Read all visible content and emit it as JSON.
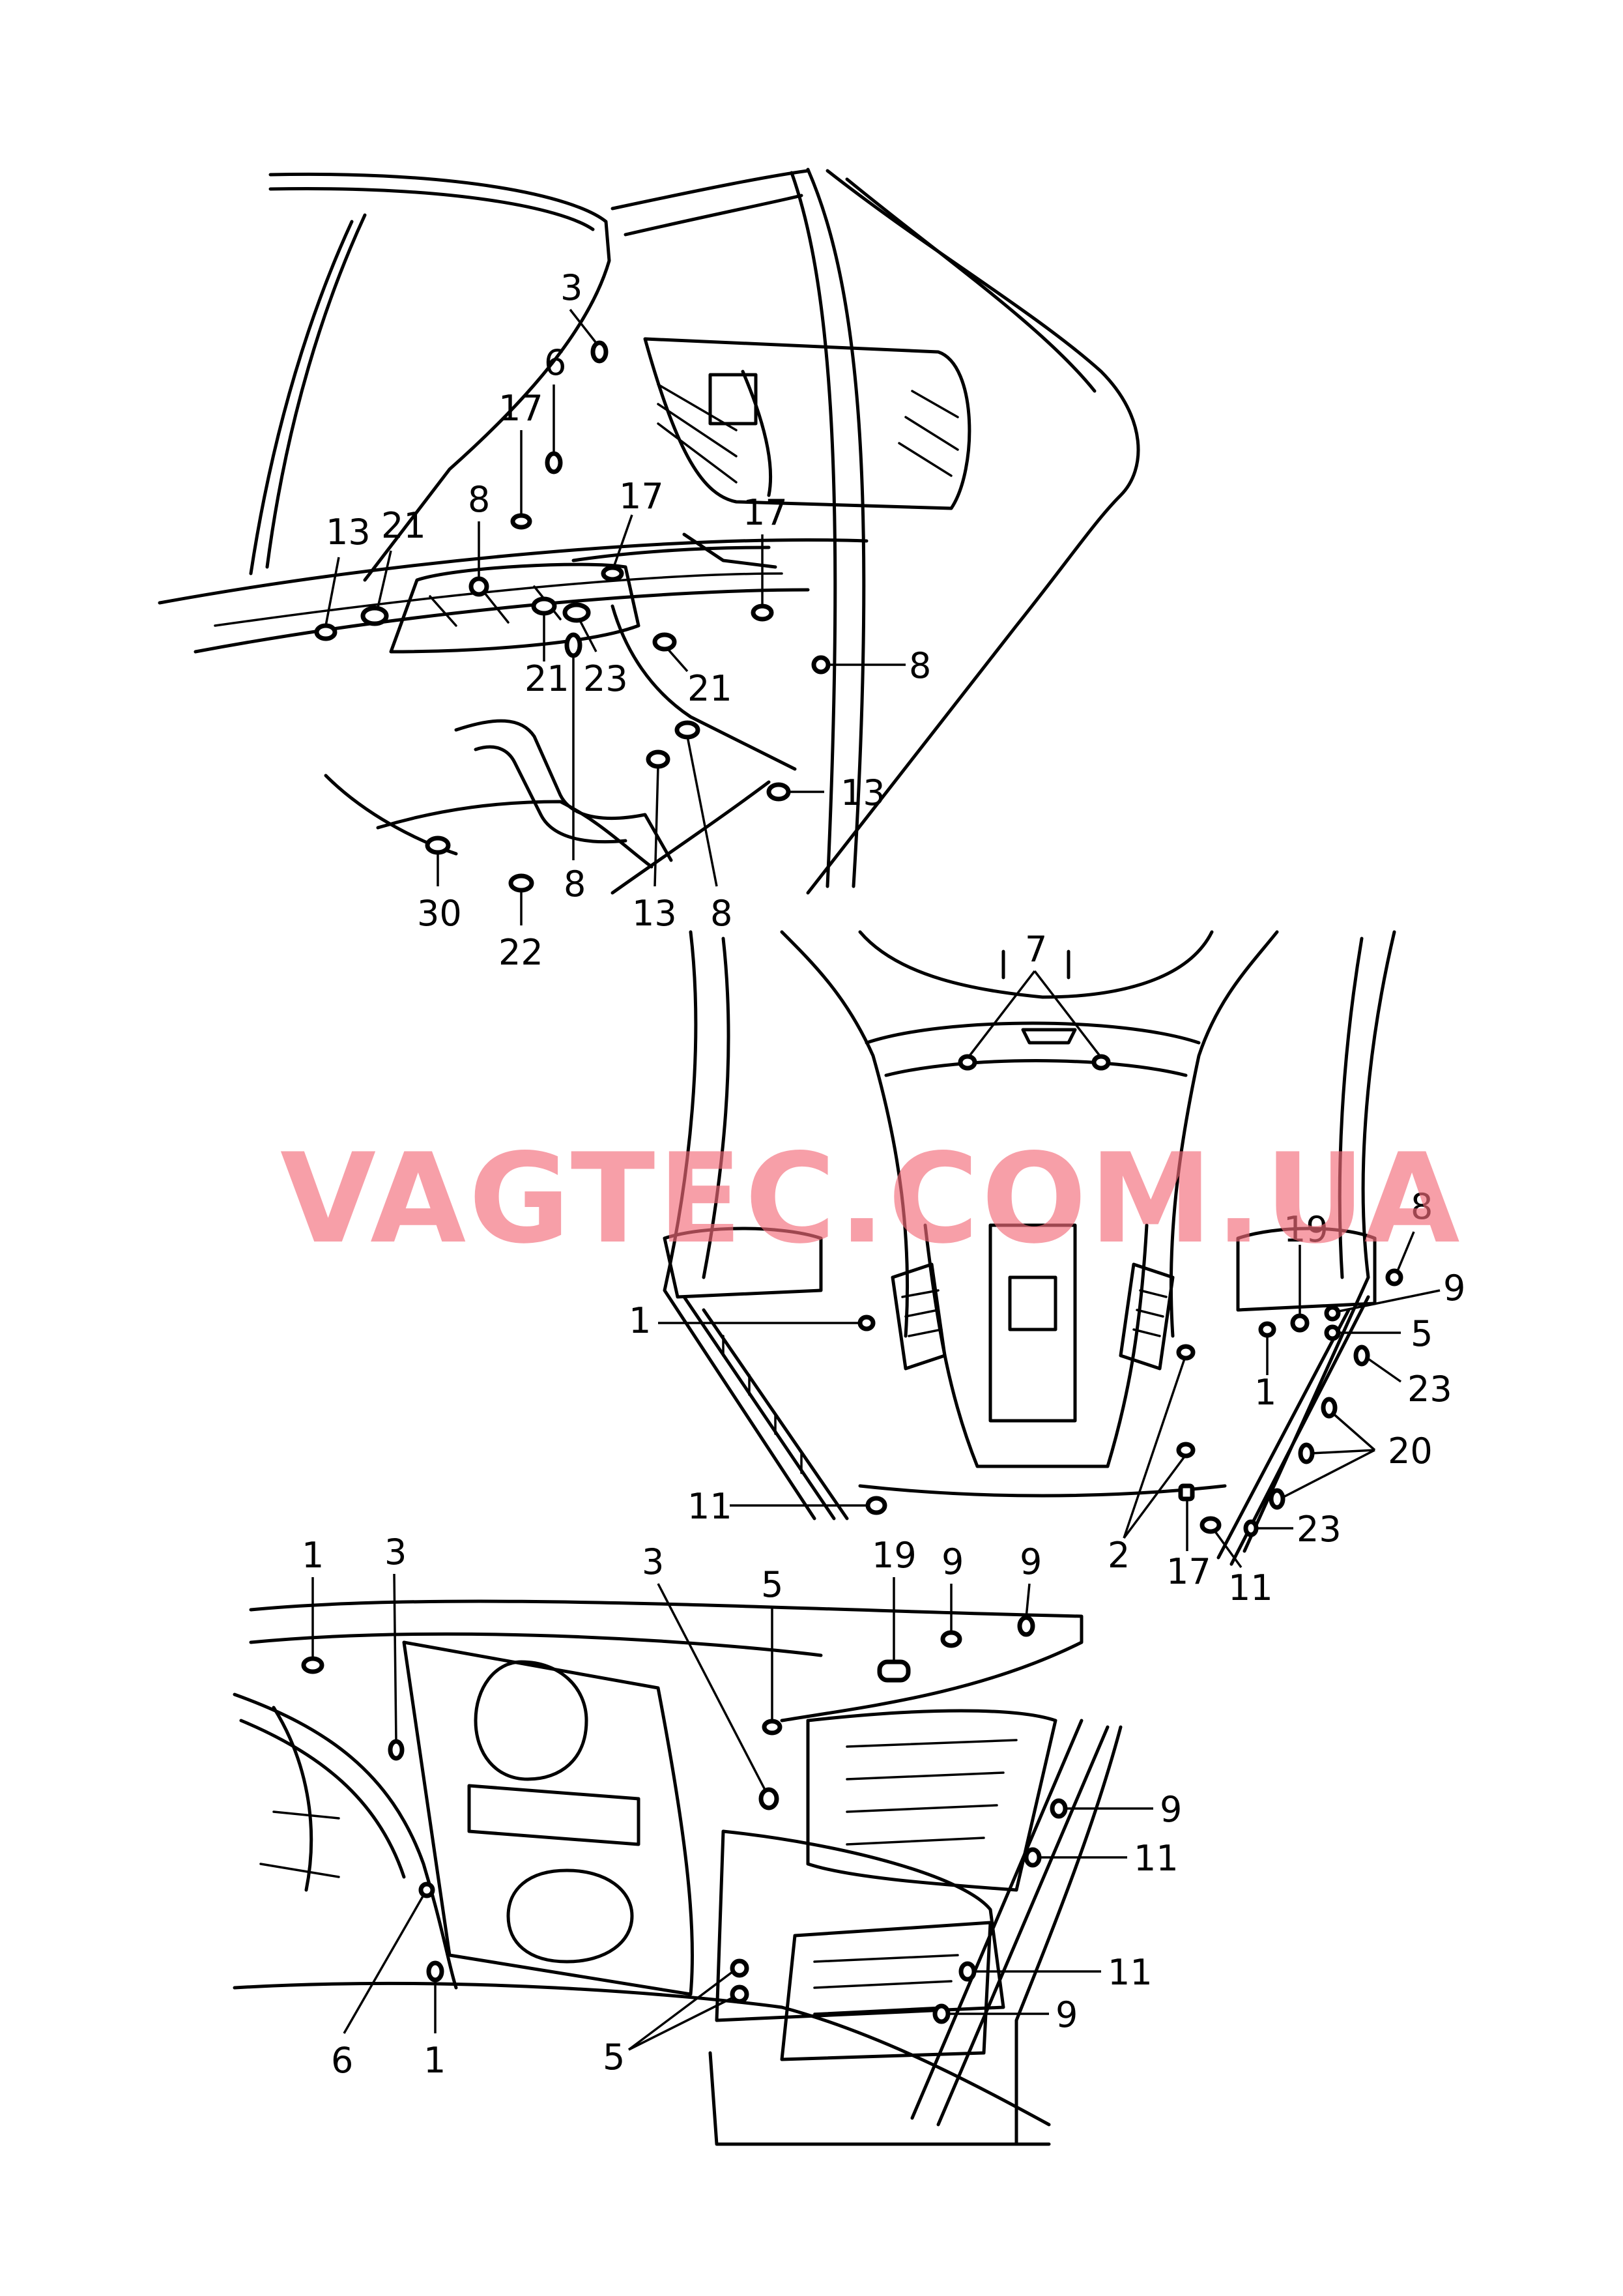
{
  "watermark": "VAGTEC.COM.UA",
  "callouts": {
    "top": [
      "3",
      "6",
      "17",
      "8",
      "17",
      "17",
      "13",
      "21",
      "21",
      "23",
      "21",
      "8",
      "13",
      "30",
      "22",
      "8",
      "13",
      "8"
    ],
    "middle": [
      "7",
      "19",
      "8",
      "9",
      "1",
      "5",
      "1",
      "23",
      "20",
      "11",
      "2",
      "17",
      "11",
      "23"
    ],
    "bottom": [
      "1",
      "3",
      "3",
      "5",
      "19",
      "9",
      "9",
      "9",
      "11",
      "11",
      "9",
      "6",
      "1",
      "5"
    ]
  }
}
